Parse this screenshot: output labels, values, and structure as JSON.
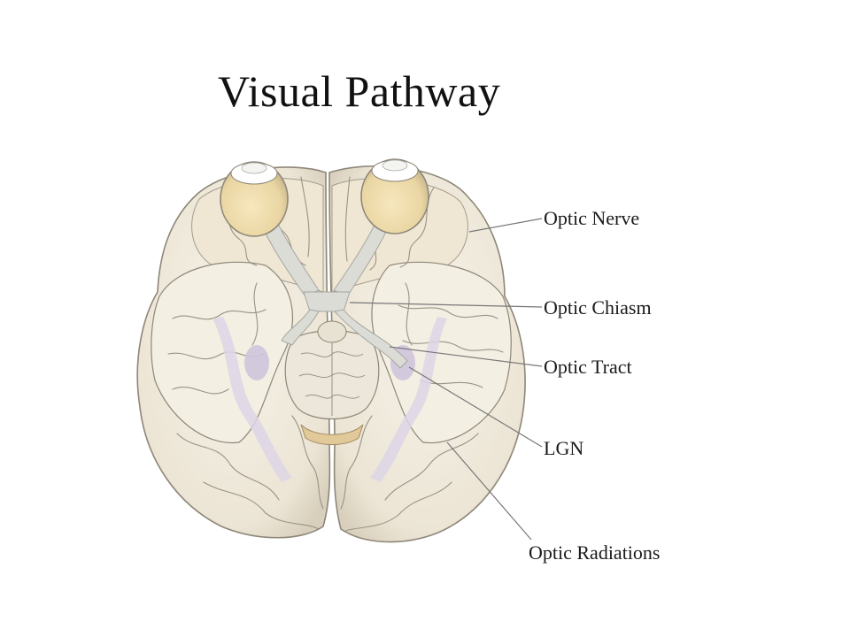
{
  "slide": {
    "title": "Visual Pathway"
  },
  "diagram": {
    "subject": "brain-inferior-view",
    "labels": {
      "optic_nerve": "Optic Nerve",
      "optic_chiasm": "Optic Chiasm",
      "optic_tract": "Optic Tract",
      "lgn": "LGN",
      "optic_radiations": "Optic Radiations"
    },
    "colors": {
      "brain_fill": "#f1ece0",
      "brain_shade": "#d9d1bf",
      "gyri_line": "#9a9386",
      "eyeball": "#efdfb4",
      "nerve": "#dcdcd6",
      "lgn_tint": "#cfc4dc",
      "leader_line": "#777777",
      "text": "#1a1a1a"
    }
  }
}
